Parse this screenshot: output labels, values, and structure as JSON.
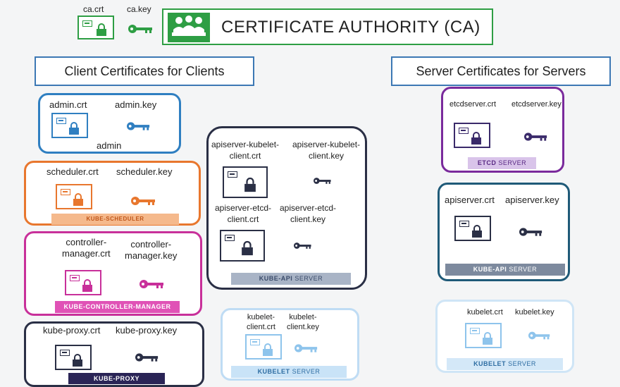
{
  "ca": {
    "crt_label": "ca.crt",
    "key_label": "ca.key",
    "title": "CERTIFICATE AUTHORITY (CA)"
  },
  "sections": {
    "client_title": "Client Certificates for Clients",
    "server_title": "Server Certificates for Servers"
  },
  "admin": {
    "crt": "admin.crt",
    "key": "admin.key",
    "name": "admin"
  },
  "scheduler": {
    "crt": "scheduler.crt",
    "key": "scheduler.key",
    "label": "KUBE-SCHEDULER"
  },
  "controller": {
    "crt_l1": "controller-",
    "crt_l2": "manager.crt",
    "key_l1": "controller-",
    "key_l2": "manager.key",
    "label": "KUBE-CONTROLLER-MANAGER"
  },
  "proxy": {
    "crt": "kube-proxy.crt",
    "key": "kube-proxy.key",
    "label": "KUBE-PROXY"
  },
  "apiserver_clients": {
    "kubelet_crt_l1": "apiserver-kubelet-",
    "kubelet_crt_l2": "client.crt",
    "kubelet_key_l1": "apiserver-kubelet-",
    "kubelet_key_l2": "client.key",
    "etcd_crt_l1": "apiserver-etcd-",
    "etcd_crt_l2": "client.crt",
    "etcd_key_l1": "apiserver-etcd-",
    "etcd_key_l2": "client.key",
    "label_bold": "KUBE-API",
    "label_thin": "SERVER"
  },
  "kubelet_client": {
    "crt_l1": "kubelet-",
    "crt_l2": "client.crt",
    "key_l1": "kubelet-",
    "key_l2": "client.key",
    "label_bold": "KUBELET",
    "label_thin": "SERVER"
  },
  "etcd_server": {
    "crt": "etcdserver.crt",
    "key": "etcdserver.key",
    "label_bold": "ETCD",
    "label_thin": "SERVER"
  },
  "api_server": {
    "crt": "apiserver.crt",
    "key": "apiserver.key",
    "label_bold": "KUBE-API",
    "label_thin": "SERVER"
  },
  "kubelet_server": {
    "crt": "kubelet.crt",
    "key": "kubelet.key",
    "label_bold": "KUBELET",
    "label_thin": "SERVER"
  },
  "colors": {
    "green": "#2e9e44",
    "blue": "#2f7fc1",
    "orange": "#e8772e",
    "magenta": "#c8309a",
    "navy": "#2a2f45",
    "purple": "#7a2a9c",
    "dark": "#2a2a40",
    "lightblue": "#8ec4ec"
  }
}
